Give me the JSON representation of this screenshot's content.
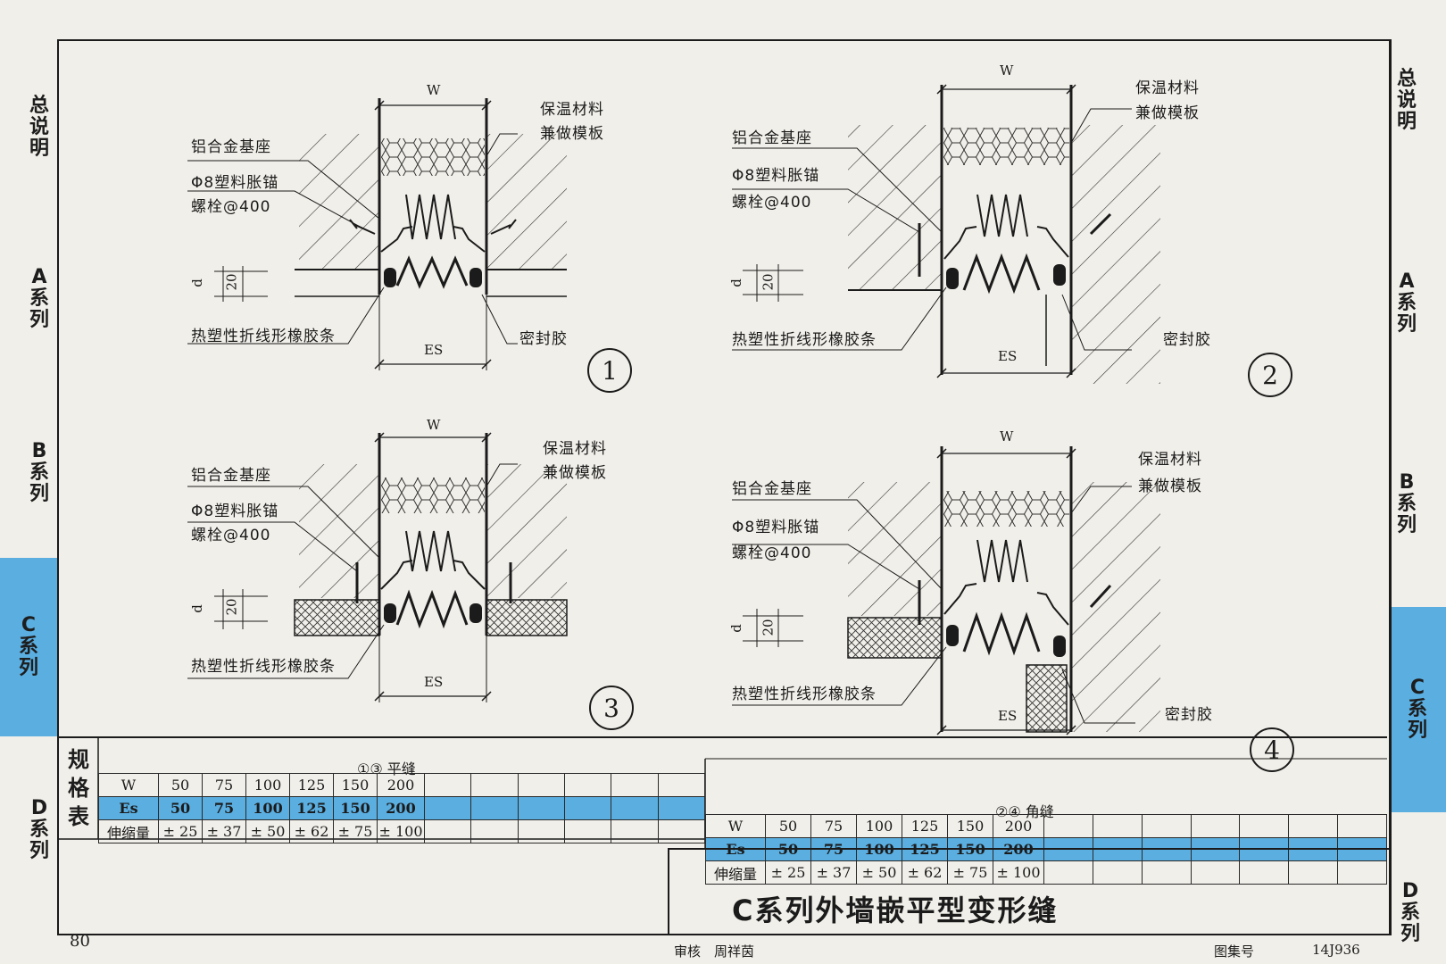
{
  "page_number": "80",
  "left_tabs": [
    {
      "id": "general",
      "chars": [
        "总",
        "说",
        "明"
      ]
    },
    {
      "id": "a",
      "chars": [
        "A",
        "系",
        "列"
      ]
    },
    {
      "id": "b",
      "chars": [
        "B",
        "系",
        "列"
      ]
    },
    {
      "id": "c",
      "chars": [
        "C",
        "系",
        "列"
      ]
    },
    {
      "id": "d",
      "chars": [
        "D",
        "系",
        "列"
      ]
    }
  ],
  "right_tabs": [
    {
      "id": "general",
      "chars": [
        "总",
        "说",
        "明"
      ]
    },
    {
      "id": "a",
      "chars": [
        "A",
        "系",
        "列"
      ]
    },
    {
      "id": "b",
      "chars": [
        "B",
        "系",
        "列"
      ]
    },
    {
      "id": "c",
      "chars": [
        "C",
        "系",
        "列"
      ]
    },
    {
      "id": "d",
      "chars": [
        "D",
        "系",
        "列"
      ]
    }
  ],
  "details": [
    {
      "number": "1",
      "w": "W",
      "es": "ES",
      "d": "d",
      "twenty": "20",
      "insulation": [
        "保温材料",
        "兼做模板"
      ],
      "base": "铝合金基座",
      "anchor": [
        "Φ8塑料胀锚",
        "螺栓@400"
      ],
      "rubber": "热塑性折线形橡胶条",
      "sealant": "密封胶"
    },
    {
      "number": "2",
      "w": "W",
      "es": "ES",
      "d": "d",
      "twenty": "20",
      "insulation": [
        "保温材料",
        "兼做模板"
      ],
      "base": "铝合金基座",
      "anchor": [
        "Φ8塑料胀锚",
        "螺栓@400"
      ],
      "rubber": "热塑性折线形橡胶条",
      "sealant": "密封胶"
    },
    {
      "number": "3",
      "w": "W",
      "es": "ES",
      "d": "d",
      "twenty": "20",
      "insulation": [
        "保温材料",
        "兼做模板"
      ],
      "base": "铝合金基座",
      "anchor": [
        "Φ8塑料胀锚",
        "螺栓@400"
      ],
      "rubber": "热塑性折线形橡胶条",
      "sealant": ""
    },
    {
      "number": "4",
      "w": "W",
      "es": "ES",
      "d": "d",
      "twenty": "20",
      "insulation": [
        "保温材料",
        "兼做模板"
      ],
      "base": "铝合金基座",
      "anchor": [
        "Φ8塑料胀锚",
        "螺栓@400"
      ],
      "rubber": "热塑性折线形橡胶条",
      "sealant": "密封胶"
    }
  ],
  "spec_table": {
    "label_chars": [
      "规",
      "格",
      "表"
    ],
    "flat": {
      "heading": "①③ 平缝",
      "rows": [
        {
          "h": "W",
          "vals": [
            "50",
            "75",
            "100",
            "125",
            "150",
            "200"
          ]
        },
        {
          "h": "Es",
          "vals": [
            "50",
            "75",
            "100",
            "125",
            "150",
            "200"
          ]
        },
        {
          "h": "伸缩量",
          "vals": [
            "± 25",
            "± 37",
            "± 50",
            "± 62",
            "± 75",
            "± 100"
          ]
        }
      ]
    },
    "corner": {
      "heading": "②④ 角缝",
      "rows": [
        {
          "h": "W",
          "vals": [
            "50",
            "75",
            "100",
            "125",
            "150",
            "200"
          ]
        },
        {
          "h": "Es",
          "vals": [
            "50",
            "75",
            "100",
            "125",
            "150",
            "200"
          ]
        },
        {
          "h": "伸缩量",
          "vals": [
            "± 25",
            "± 37",
            "± 50",
            "± 62",
            "± 75",
            "± 100"
          ]
        }
      ]
    }
  },
  "title_block": {
    "title": "C系列外墙嵌平型变形缝",
    "review": "审核",
    "reviewer": "周祥茵",
    "atlas_label": "图集号",
    "atlas_no": "14J936"
  },
  "colors": {
    "accent": "#5aaee0",
    "ink": "#1b1b1b",
    "paper": "#f1efe9"
  }
}
